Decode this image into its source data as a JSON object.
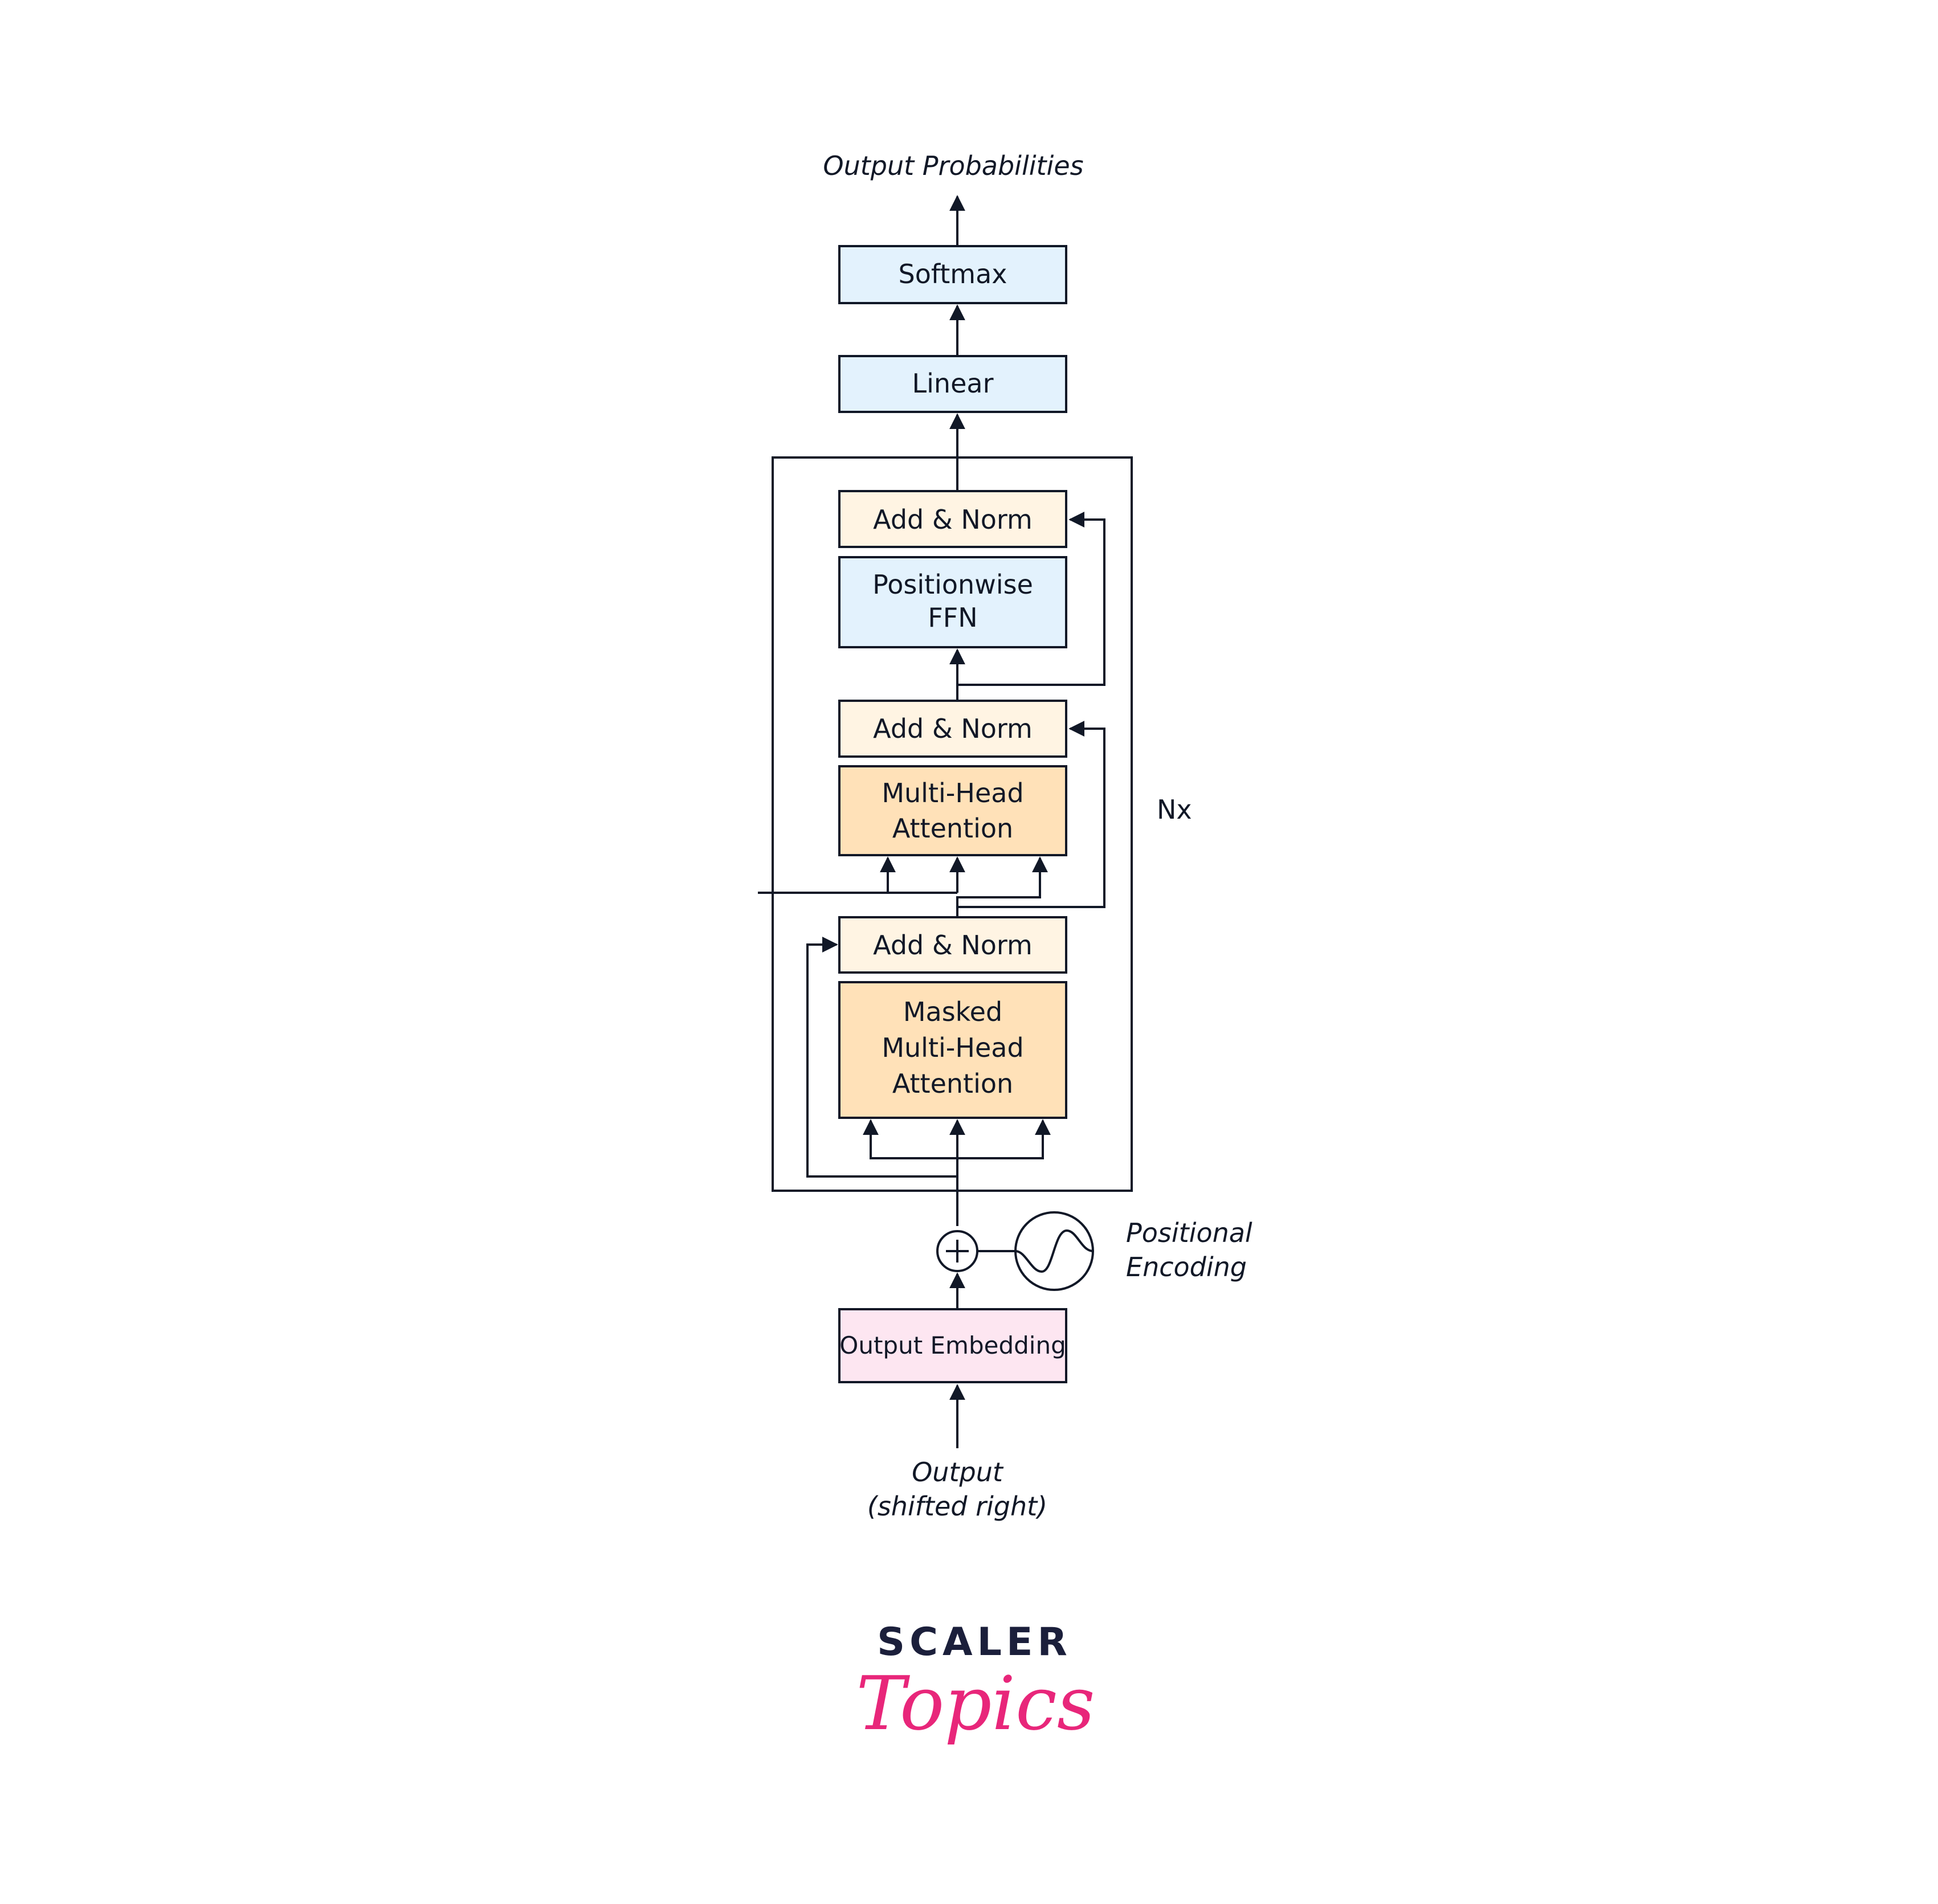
{
  "diagram": {
    "output_probabilities": "Output Probabilities",
    "softmax": "Softmax",
    "linear": "Linear",
    "repeat_label": "Nx",
    "add_norm_3": "Add & Norm",
    "ffn_line1": "Positionwise",
    "ffn_line2": "FFN",
    "add_norm_2": "Add & Norm",
    "mha_line1": "Multi-Head",
    "mha_line2": "Attention",
    "add_norm_1": "Add & Norm",
    "masked_line1": "Masked",
    "masked_line2": "Multi-Head",
    "masked_line3": "Attention",
    "positional_line1": "Positional",
    "positional_line2": "Encoding",
    "output_embedding": "Output Embedding",
    "output_line1": "Output",
    "output_line2": "(shifted right)"
  },
  "brand": {
    "line1": "SCALER",
    "line2": "Topics"
  },
  "colors": {
    "stroke": "#111827",
    "light_blue": "#E3F2FD",
    "light_cream": "#FFF4E3",
    "attention_orange": "#FFE1B8",
    "embedding_pink": "#FDE6F1",
    "brand_dark": "#1B1F3B",
    "brand_pink": "#E8267A"
  }
}
